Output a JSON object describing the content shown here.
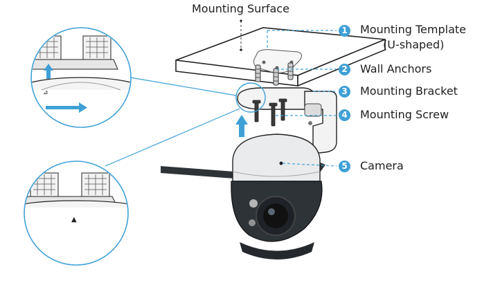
{
  "surface_label": "Mounting Surface",
  "callouts": [
    {
      "num": "1",
      "label": "Mounting Template",
      "sub": "(U-shaped)"
    },
    {
      "num": "2",
      "label": "Wall Anchors"
    },
    {
      "num": "3",
      "label": "Mounting Bracket"
    },
    {
      "num": "4",
      "label": "Mounting Screw"
    },
    {
      "num": "5",
      "label": "Camera"
    }
  ],
  "colors": {
    "accent": "#3fa0d6",
    "camera_dark": "#2e3338",
    "camera_body": "#e9ebec",
    "line": "#333333"
  }
}
